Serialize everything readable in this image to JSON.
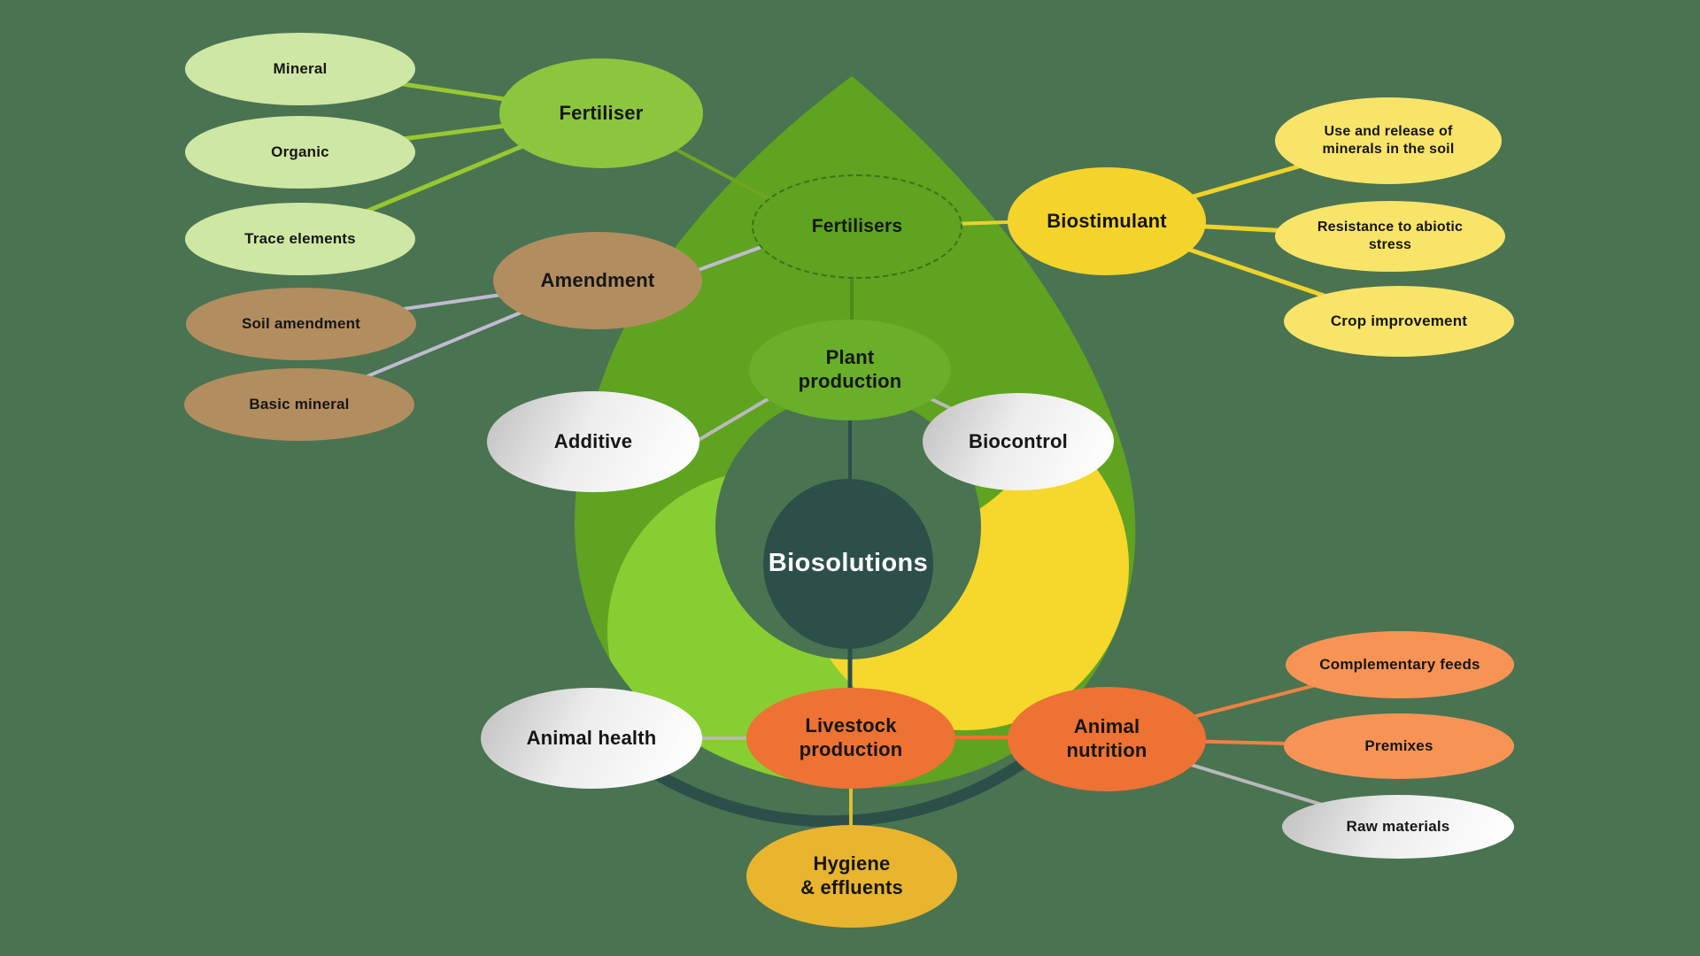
{
  "diagram": {
    "center": {
      "label": "Biosolutions"
    },
    "hub": {
      "label": "Fertilisers"
    },
    "plant_branch": {
      "plant_production": "Plant\nproduction",
      "fertiliser": "Fertiliser",
      "fertiliser_children": {
        "mineral": "Mineral",
        "organic": "Organic",
        "trace_elements": "Trace elements"
      },
      "amendment": "Amendment",
      "amendment_children": {
        "soil_amendment": "Soil amendment",
        "basic_mineral": "Basic mineral"
      },
      "additive": "Additive",
      "biostimulant": "Biostimulant",
      "biostimulant_children": {
        "use_release": "Use and release of\nminerals in the soil",
        "resistance": "Resistance to abiotic\nstress",
        "crop_improvement": "Crop improvement"
      },
      "biocontrol": "Biocontrol"
    },
    "livestock_branch": {
      "livestock_production": "Livestock\nproduction",
      "animal_health": "Animal health",
      "animal_nutrition": "Animal\nnutrition",
      "animal_nutrition_children": {
        "complementary_feeds": "Complementary feeds",
        "premixes": "Premixes",
        "raw_materials": "Raw materials"
      },
      "hygiene_effluents": "Hygiene\n& effluents"
    },
    "colors": {
      "background": "#4A7351",
      "leaf_green": "#5FA321",
      "leaf_light_green_crescent": "#87CE32",
      "leaf_yellow_crescent": "#F5D82B",
      "dark_teal": "#2C4F4A",
      "fertiliser_green": "#8CC63E",
      "plant_production_green": "#69AF29",
      "light_green_children": "#CFE7A4",
      "brown": "#B28D60",
      "biostimulant_yellow": "#F4D42B",
      "biostimulant_children_yellow": "#F8E468",
      "orange_main": "#ED7233",
      "orange_children": "#F79455",
      "hygiene_gold": "#E9B42E",
      "gray_node": "#E0E0E0",
      "line_green": "#97C832",
      "line_lavender": "#C0BBD0",
      "line_gray": "#B9B9B9",
      "line_yellow": "#EFD32B",
      "line_gold": "#DDBE2A",
      "line_orange": "#EE8340"
    }
  }
}
